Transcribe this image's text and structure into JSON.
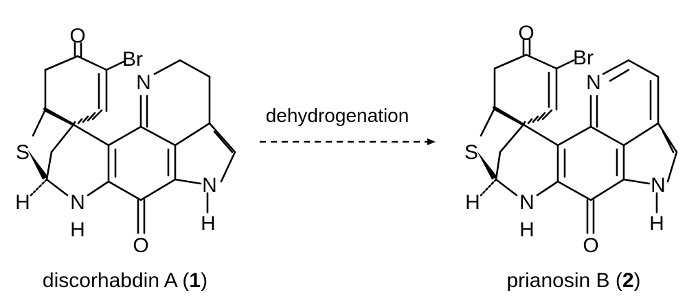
{
  "reaction": {
    "arrow_label": "dehydrogenation",
    "arrow_style": "dashed"
  },
  "molecules": [
    {
      "id": "left",
      "name": "discorhabdin A",
      "compound_number": "1",
      "atom_labels": {
        "O_top": "O",
        "Br": "Br",
        "N_imine": "N",
        "S": "S",
        "H_stereo": "H",
        "N_amine": "N",
        "H_amine": "H",
        "O_bottom": "O",
        "N_pyrrole": "N",
        "H_pyrrole": "H"
      }
    },
    {
      "id": "right",
      "name": "prianosin B",
      "compound_number": "2",
      "atom_labels": {
        "O_top": "O",
        "Br": "Br",
        "N_imine": "N",
        "S": "S",
        "H_stereo": "H",
        "N_amine": "N",
        "H_amine": "H",
        "O_bottom": "O",
        "N_pyrrole": "N",
        "H_pyrrole": "H"
      }
    }
  ],
  "colors": {
    "ink": "#000000",
    "background": "#ffffff"
  }
}
